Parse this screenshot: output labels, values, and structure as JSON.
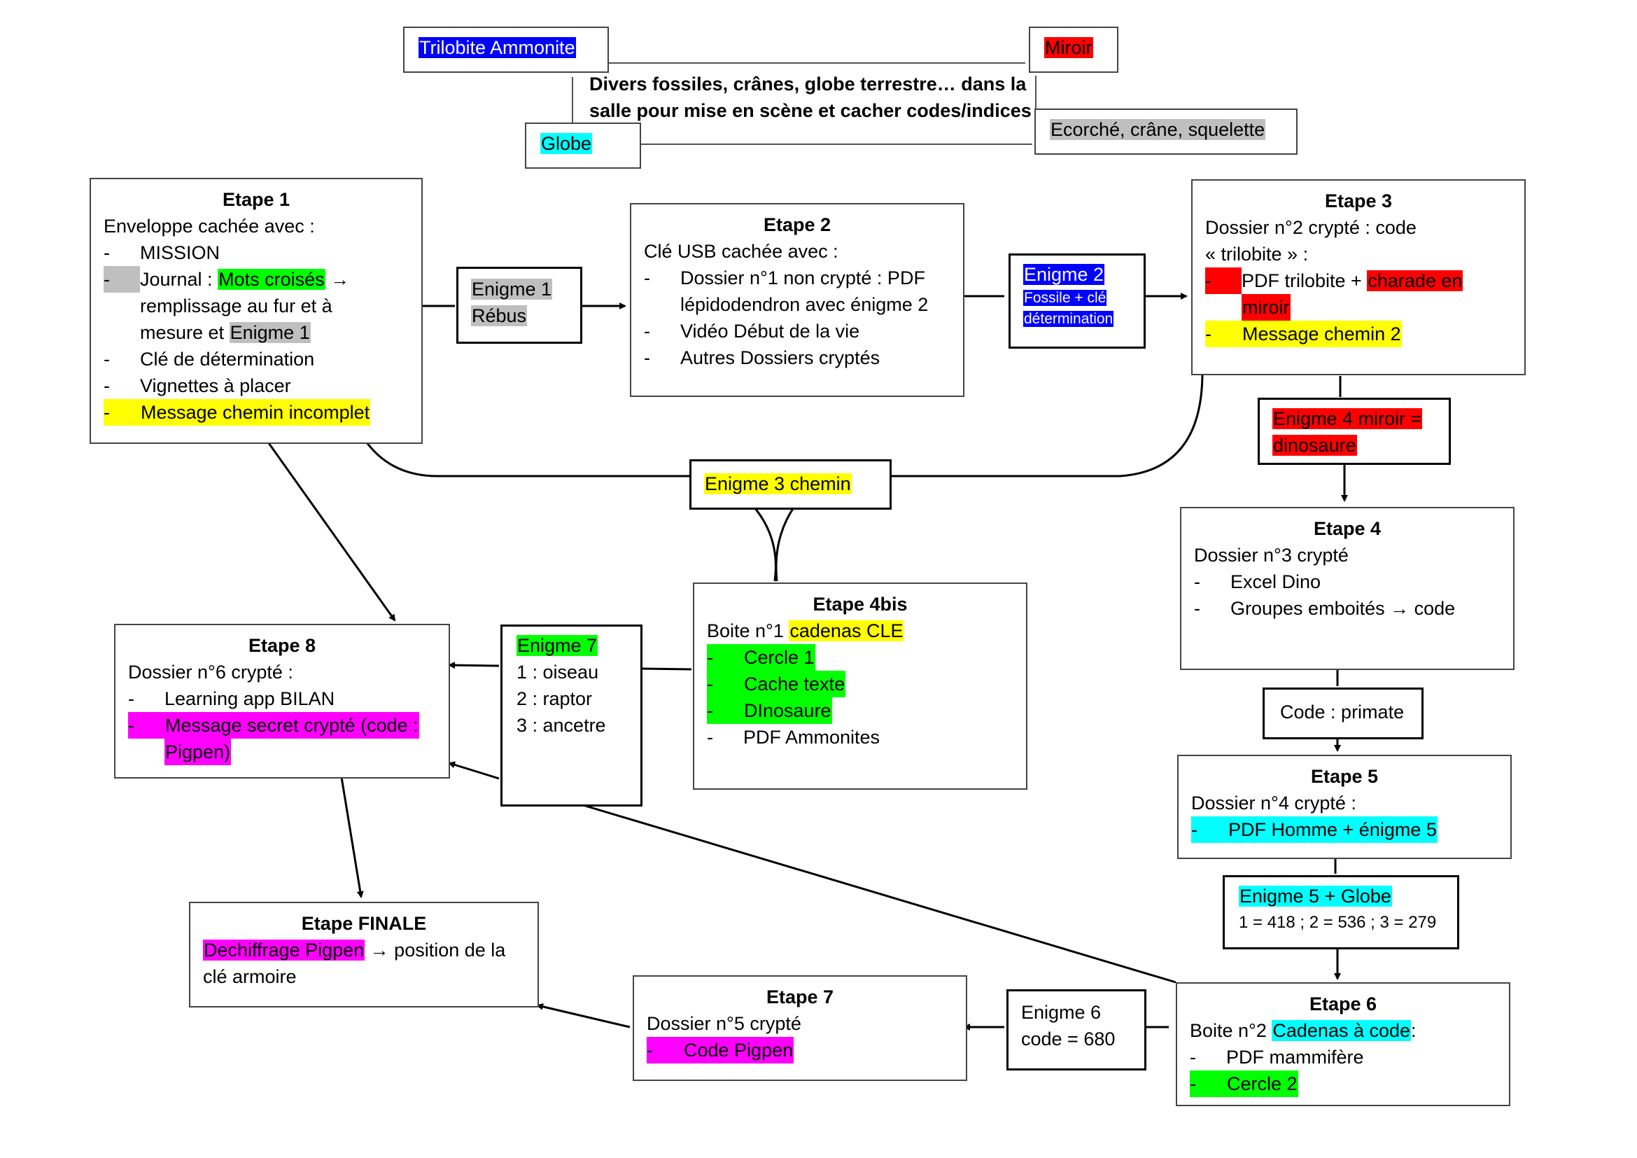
{
  "top": {
    "trilobite_ammonite": "Trilobite Ammonite",
    "miroir": "Miroir",
    "globe": "Globe",
    "ecorche": "Ecorché, crâne, squelette",
    "note_line1": "Divers fossiles, crânes, globe terrestre… dans la",
    "note_line2": "salle pour mise en scène et cacher codes/indices"
  },
  "etape1": {
    "title": "Etape 1",
    "intro": "Enveloppe cachée avec :",
    "item1": "MISSION",
    "item2_a": "Journal : ",
    "item2_b": "Mots croisés",
    "item2_c": " →",
    "item2_d": "remplissage au fur et à",
    "item2_e": "mesure et ",
    "item2_f": "Enigme 1",
    "item3": "Clé de détermination",
    "item4": "Vignettes à placer",
    "item5": "Message chemin incomplet"
  },
  "enigme1": {
    "line1": "Enigme 1",
    "line2": "Rébus"
  },
  "etape2": {
    "title": "Etape 2",
    "intro": "Clé USB cachée avec :",
    "item1a": "Dossier n°1 non crypté : PDF",
    "item1b": "lépidodendron avec énigme 2",
    "item2": "Vidéo Début de la vie",
    "item3": "Autres Dossiers cryptés"
  },
  "enigme2": {
    "line1": "Enigme 2",
    "line2": "Fossile + clé",
    "line3": "détermination"
  },
  "etape3": {
    "title": "Etape 3",
    "intro1": "Dossier n°2 crypté : code",
    "intro2": "« trilobite » :",
    "item1a": "PDF trilobite + ",
    "item1b": "charade en",
    "item1c": "miroir",
    "item2": "Message chemin 2"
  },
  "enigme4": {
    "line1": "Enigme 4 miroir =",
    "line2": "dinosaure"
  },
  "enigme3": {
    "label": "Enigme 3 chemin"
  },
  "etape4": {
    "title": "Etape 4",
    "intro": "Dossier n°3 crypté",
    "item1": "Excel  Dino",
    "item2": "Groupes emboités → code"
  },
  "code_primate": {
    "label": "Code : primate"
  },
  "etape5": {
    "title": "Etape 5",
    "intro": "Dossier n°4 crypté :",
    "item1": "PDF Homme + énigme 5"
  },
  "enigme5": {
    "line1": "Enigme 5 + Globe",
    "line2": "1 = 418 ; 2 = 536 ; 3 = 279"
  },
  "etape6": {
    "title": "Etape 6",
    "intro_a": "Boite n°2 ",
    "intro_b": "Cadenas à code",
    "intro_c": ":",
    "item1": "PDF mammifère",
    "item2": "Cercle 2"
  },
  "enigme6": {
    "line1": "Enigme 6",
    "line2": "code = 680"
  },
  "etape7": {
    "title": "Etape 7",
    "intro": "Dossier n°5 crypté",
    "item1": "Code Pigpen"
  },
  "etape_finale": {
    "title": "Etape FINALE",
    "line1a": "Dechiffrage Pigpen",
    "line1b": " → position de la",
    "line2": "clé armoire"
  },
  "etape8": {
    "title": "Etape 8",
    "intro": "Dossier n°6 crypté :",
    "item1": "Learning app BILAN",
    "item2a": "Message secret crypté (code :",
    "item2b": "Pigpen)"
  },
  "enigme7": {
    "title": "Enigme 7",
    "line1": "1 : oiseau",
    "line2": "2 : raptor",
    "line3": "3 : ancetre"
  },
  "etape4bis": {
    "title": "Etape 4bis",
    "intro_a": "Boite n°1 ",
    "intro_b": "cadenas CLE",
    "item1": "Cercle 1",
    "item2": "Cache texte",
    "item3": "DInosaure",
    "item4": "PDF Ammonites"
  },
  "dash": "-"
}
